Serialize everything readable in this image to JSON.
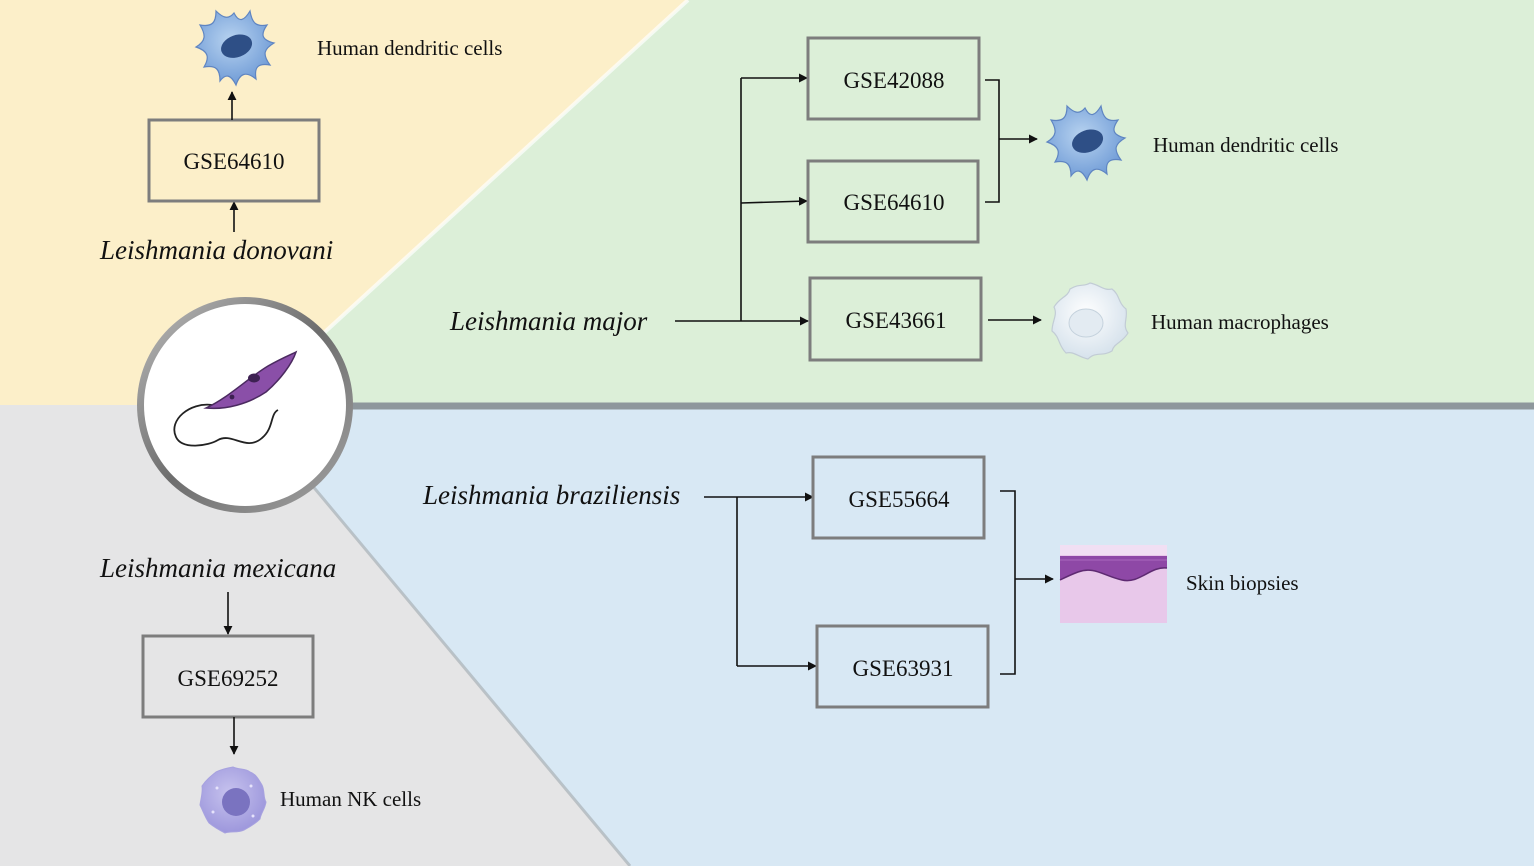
{
  "regions": {
    "donovani": {
      "color": "#fcefc9"
    },
    "major": {
      "color": "#dcefd8"
    },
    "mexicana": {
      "color": "#e5e5e6"
    },
    "braziliensis": {
      "color": "#d8e8f4"
    }
  },
  "species": {
    "donovani": "Leishmania donovani",
    "major": "Leishmania major",
    "mexicana": "Leishmania mexicana",
    "braziliensis": "Leishmania braziliensis"
  },
  "datasets": {
    "donovani_gse": "GSE64610",
    "major_gse1": "GSE42088",
    "major_gse2": "GSE64610",
    "major_gse3": "GSE43661",
    "mexicana_gse": "GSE69252",
    "braz_gse1": "GSE55664",
    "braz_gse2": "GSE63931"
  },
  "cells": {
    "donovani_cell": "Human dendritic cells",
    "major_dc": "Human dendritic cells",
    "major_mac": "Human macrophages",
    "mexicana_cell": "Human NK cells",
    "braz_cell": "Skin biopsies"
  },
  "icons": {
    "dendritic": "dendritic-cell-icon",
    "macrophage": "macrophage-icon",
    "nk": "nk-cell-icon",
    "skin": "skin-tissue-icon",
    "parasite": "leishmania-promastigote-icon"
  }
}
